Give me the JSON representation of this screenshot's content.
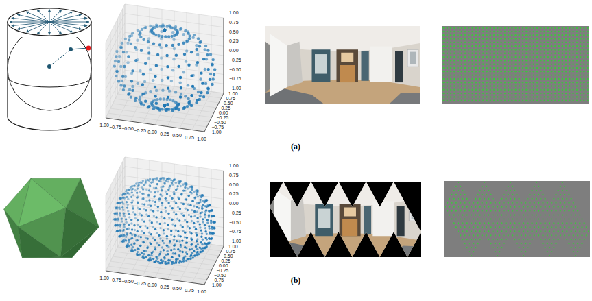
{
  "diagram": {
    "labels": [
      "1.00",
      "0.75",
      "0.50",
      "0.25",
      "0.00",
      "−0.25",
      "−0.50",
      "−0.75",
      "−1.00",
      "−1.00",
      "−0.75",
      "−0.50",
      "−0.25",
      "0.00",
      "0.25",
      "0.50",
      "0.75",
      "1.00",
      "1.00",
      "0.75",
      "0.50",
      "0.25",
      "0.00",
      "−0.25",
      "−0.50",
      "−0.75",
      "−1.00",
      "(a)",
      "1.00",
      "0.75",
      "0.50",
      "0.25",
      "0.00",
      "−0.25",
      "−0.50",
      "−0.75",
      "−1.00",
      "−1.00",
      "−0.75",
      "−0.50",
      "−0.25",
      "0.00",
      "0.25",
      "0.50",
      "0.75",
      "1.00",
      "1.00",
      "0.75",
      "0.50",
      "0.25",
      "0.00",
      "−0.25",
      "−0.50",
      "−0.75",
      "−1.00",
      "(b)"
    ]
  }
}
